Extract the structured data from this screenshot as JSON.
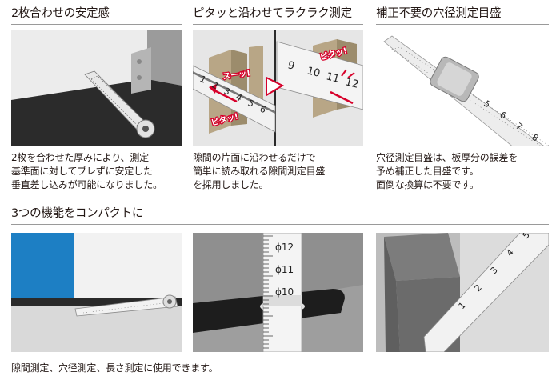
{
  "section1": {
    "features": [
      {
        "heading": "2枚合わせの安定感",
        "desc_lines": [
          "2枚を合わせた厚みにより、測定",
          "基準面に対してブレずに安定した",
          "垂直差し込みが可能になりました。"
        ]
      },
      {
        "heading": "ピタッと沿わせてラクラク測定",
        "desc_lines": [
          "隙間の片面に沿わせるだけで",
          "簡単に読み取れる隙間測定目盛",
          "を採用しました。"
        ],
        "photo_labels": {
          "slide": "スーッ!",
          "fit_left": "ピタッ!",
          "fit_right": "ピタッ!"
        },
        "ruler_numbers_left": [
          "1",
          "2",
          "3",
          "4",
          "5",
          "6"
        ],
        "ruler_numbers_right": [
          "9",
          "10",
          "11",
          "12"
        ]
      },
      {
        "heading": "補正不要の穴径測定目盛",
        "desc_lines": [
          "穴径測定目盛は、板厚分の誤差を",
          "予め補正した目盛です。",
          "面倒な換算は不要です。"
        ],
        "ruler_numbers": [
          "5",
          "6",
          "7",
          "8"
        ]
      }
    ]
  },
  "section2": {
    "heading": "3つの機能をコンパクトに",
    "caption": "隙間測定、穴径測定、長さ測定に使用できます。",
    "hole_scale": [
      "ϕ12",
      "ϕ11",
      "ϕ10"
    ],
    "length_scale": [
      "1",
      "2",
      "3",
      "4",
      "5"
    ]
  },
  "colors": {
    "accent_red": "#d7002a",
    "divider": "#9a9a9a",
    "steel": "#c8c8c8",
    "blue_panel": "#1d7fc4"
  }
}
